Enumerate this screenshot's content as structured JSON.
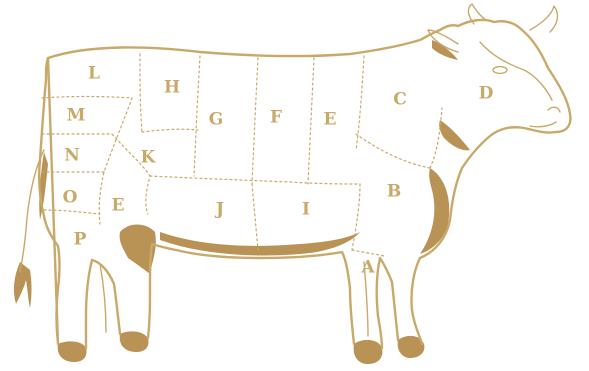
{
  "colors": {
    "ink": "#c8a96a",
    "shade": "#b99255",
    "background": "#ffffff"
  },
  "cuts": {
    "A": "A",
    "B": "B",
    "C": "C",
    "D": "D",
    "E": "E",
    "F": "F",
    "G": "G",
    "H": "H",
    "I": "I",
    "J": "J",
    "K": "K",
    "L": "L",
    "M": "M",
    "N": "N",
    "O": "O",
    "P": "P"
  }
}
